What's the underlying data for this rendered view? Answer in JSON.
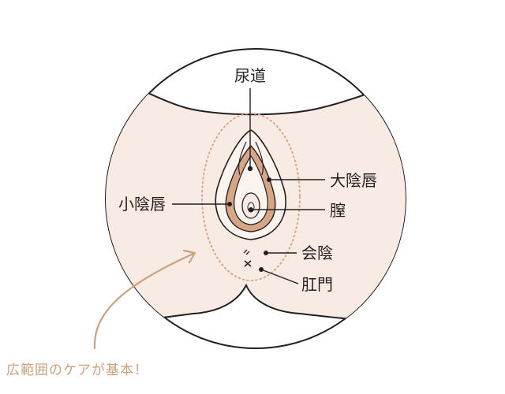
{
  "labels": {
    "urethra": "尿道",
    "labia_majora": "大陰唇",
    "labia_minora": "小陰唇",
    "vagina": "膣",
    "perineum": "会陰",
    "anus": "肛門"
  },
  "caption": "広範囲のケアが基本！",
  "colors": {
    "skin": "#f7ebe3",
    "inner_labia": "#d6a687",
    "outline": "#231f20",
    "dotted_ellipse": "#d4a88c",
    "caption_arrow": "#c9a17f"
  }
}
